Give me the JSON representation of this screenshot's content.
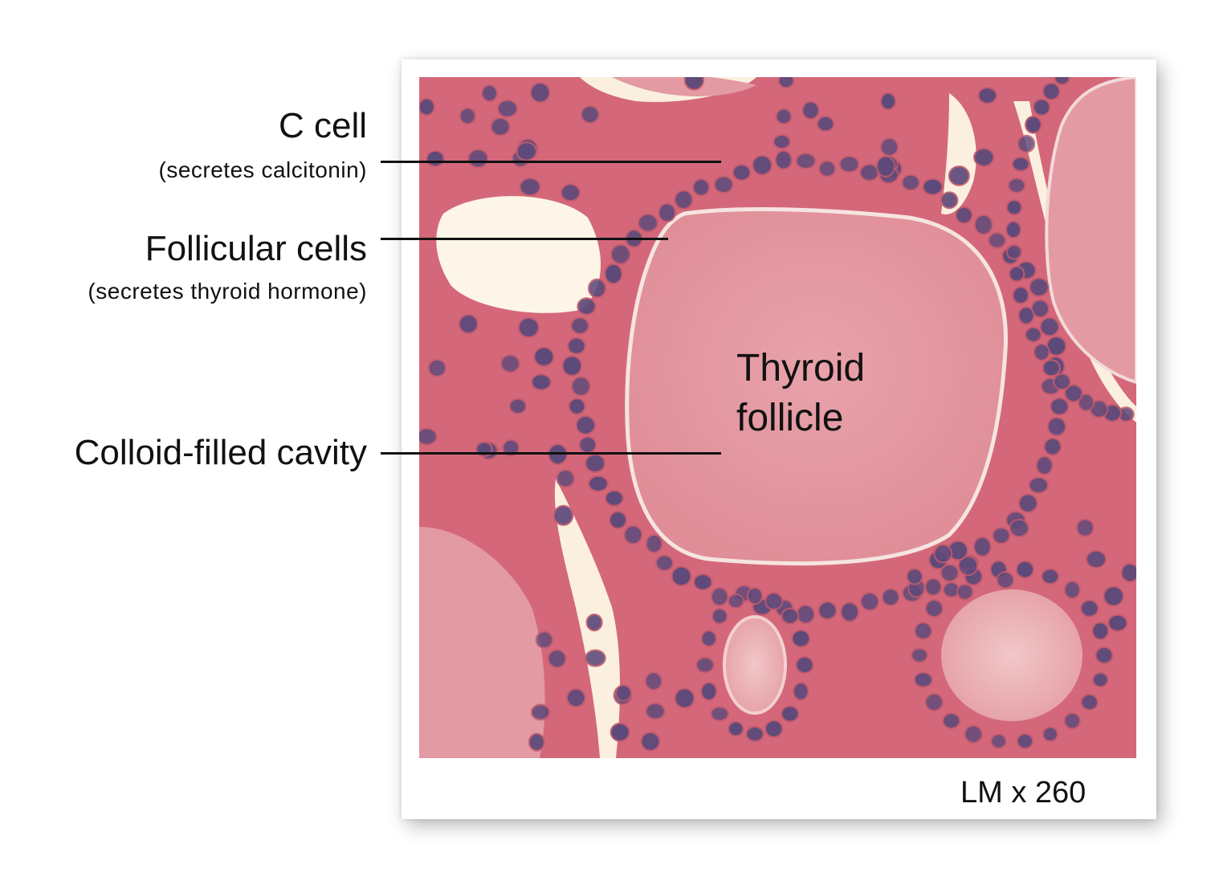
{
  "labels": {
    "c_cell": "C cell",
    "c_cell_note": "(secretes calcitonin)",
    "follicular_cells": "Follicular cells",
    "follicular_note": "(secretes thyroid hormone)",
    "colloid": "Colloid-filled cavity",
    "follicle_line1": "Thyroid",
    "follicle_line2": "follicle",
    "magnification": "LM x 260"
  },
  "colors": {
    "tissue": "#d86f7e",
    "colloid": "#e59aa3",
    "nucleus": "#5d4a7a",
    "space": "#fdf3e6",
    "line": "#111111"
  }
}
